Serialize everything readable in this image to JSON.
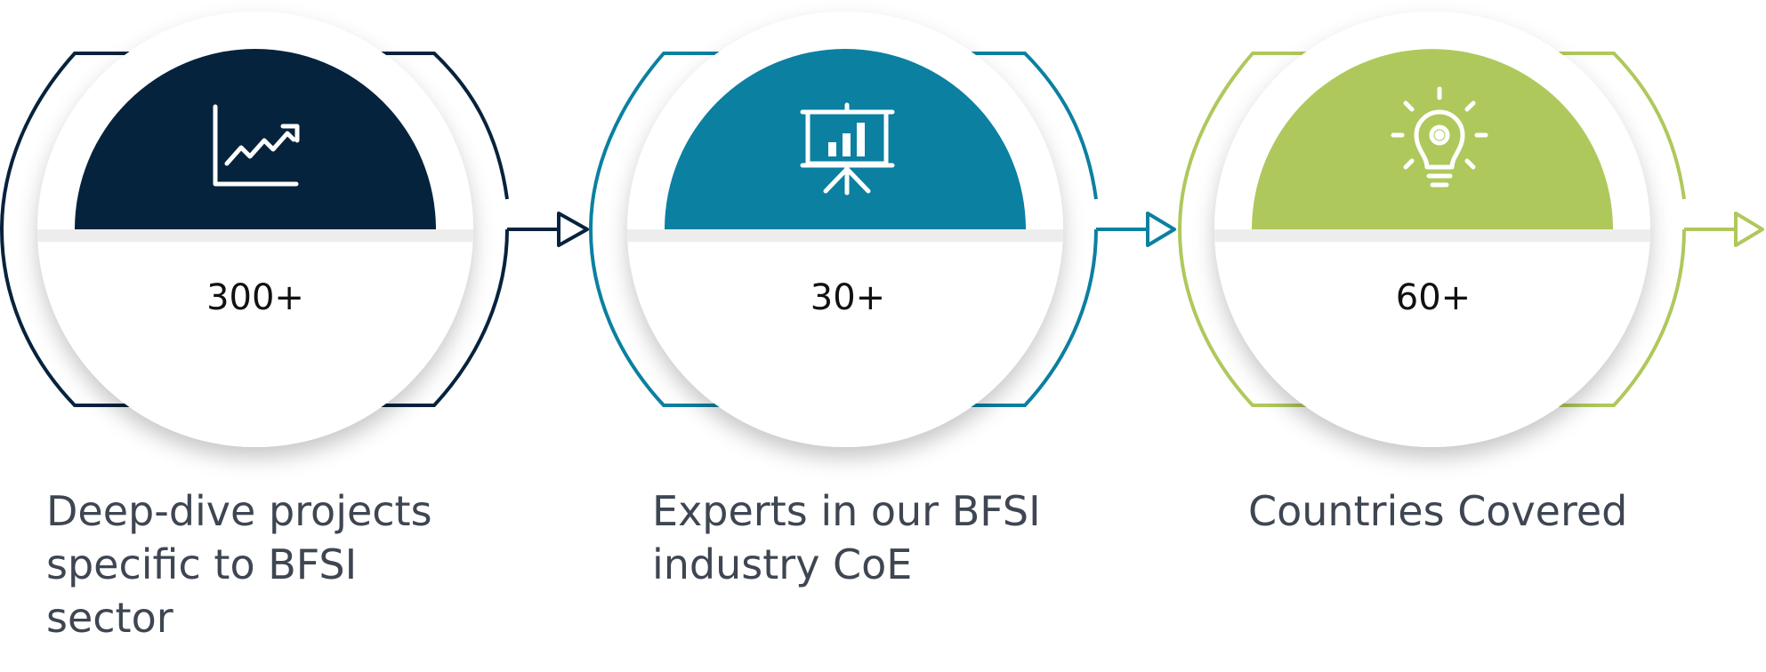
{
  "stats": [
    {
      "value": "300+",
      "caption": "Deep-dive projects specific to BFSI sector",
      "color": "#06233d",
      "icon": "chart-line-up-icon"
    },
    {
      "value": "30+",
      "caption": "Experts in our BFSI industry CoE",
      "color": "#0b80a1",
      "icon": "presentation-board-icon"
    },
    {
      "value": "60+",
      "caption": "Countries Covered",
      "color": "#afc85c",
      "icon": "lightbulb-gear-icon"
    }
  ]
}
